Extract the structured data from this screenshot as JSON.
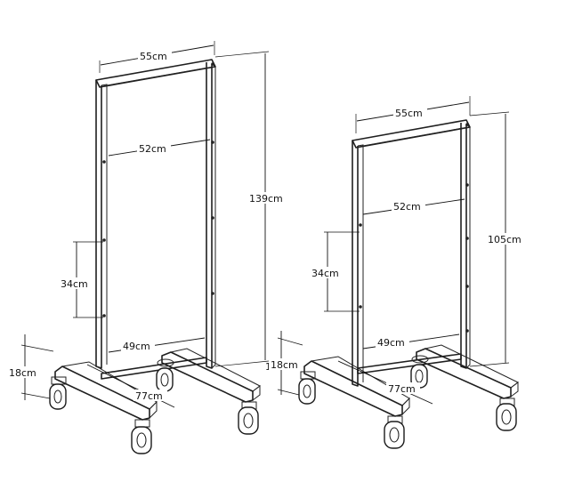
{
  "colors": {
    "line": "#1f1f1f",
    "background": "#ffffff"
  },
  "racks": [
    {
      "id": "tall",
      "labels": {
        "top_width": "55cm",
        "inner_width": "52cm",
        "height": "139cm",
        "hook_spacing": "34cm",
        "base_inner": "49cm",
        "foot_height": "18cm",
        "base_depth": "77cm",
        "side_height": "18cm"
      }
    },
    {
      "id": "short",
      "labels": {
        "top_width": "55cm",
        "inner_width": "52cm",
        "height": "105cm",
        "hook_spacing": "34cm",
        "base_inner": "49cm",
        "foot_height": "18cm",
        "base_depth": "77cm"
      }
    }
  ]
}
